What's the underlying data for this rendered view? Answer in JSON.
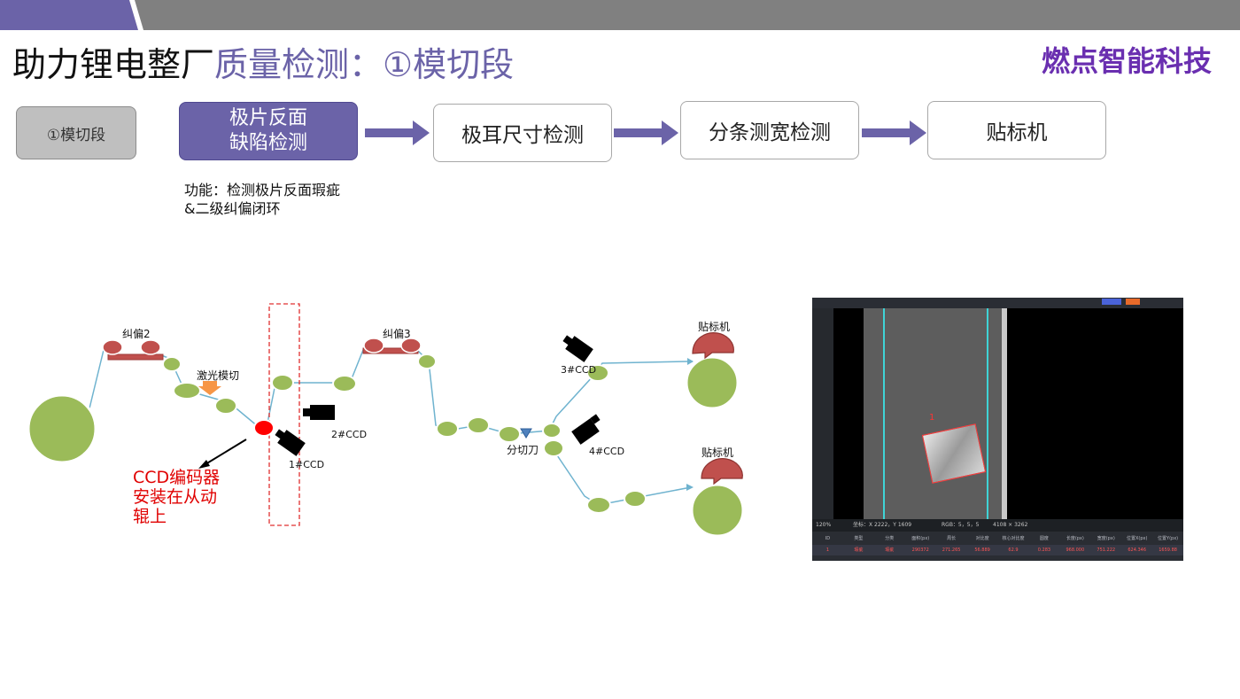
{
  "title": {
    "part1": "助力锂电整厂",
    "part2": "质量检测：①模切段"
  },
  "brand": "燃点智能科技",
  "colors": {
    "accent": "#6b63a8",
    "brand": "#6a2fb0",
    "roller": "#9bbb59",
    "roller_stroke": "#ffffff",
    "belt": "#6fb3cf",
    "label_pad": "#c0504d",
    "alert": "#e00000"
  },
  "flow": {
    "stage": "①模切段",
    "active_step": "极片反面\n缺陷检测",
    "steps": [
      "极耳尺寸检测",
      "分条测宽检测",
      "贴标机"
    ],
    "description": "功能：检测极片反面瑕疵\n&二级纠偏闭环"
  },
  "diagram": {
    "labels": {
      "jiupian2": "纠偏2",
      "jiupian3": "纠偏3",
      "laser": "激光模切",
      "ccd1": "1#CCD",
      "ccd2": "2#CCD",
      "ccd3": "3#CCD",
      "ccd4": "4#CCD",
      "slitter": "分切刀",
      "labeler_top": "贴标机",
      "labeler_bottom": "贴标机"
    },
    "encoder_note": "CCD编码器安装在从动辊上"
  },
  "screenshot": {
    "defect_id": "1",
    "status": {
      "zoom": "120%",
      "coord": "坐标：X 2222，Y 1609",
      "rgb": "RGB：5，5，5",
      "size": "4108 × 3262"
    },
    "columns": [
      "ID",
      "类型",
      "分类",
      "面积(px)",
      "周长",
      "对比度",
      "核心对比度",
      "圆度",
      "长度(px)",
      "宽度(px)",
      "位置X(px)",
      "位置Y(px)"
    ],
    "row": [
      "1",
      "瑕疵",
      "瑕疵",
      "290372",
      "271.265",
      "56.889",
      "62.9",
      "0.283",
      "968.000",
      "751.222",
      "624.346",
      "1659.88"
    ]
  }
}
